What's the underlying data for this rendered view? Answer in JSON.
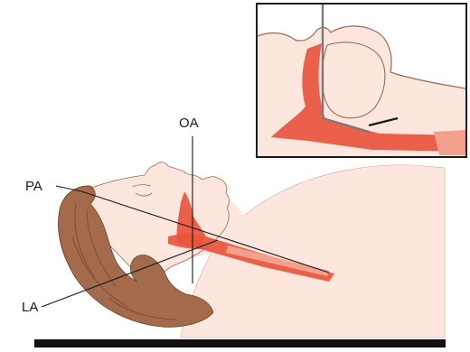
{
  "axes": {
    "oral_axis_label": "OA",
    "pharyngeal_axis_label": "PA",
    "laryngeal_axis_label": "LA"
  },
  "colors": {
    "skin": "#fde6dd",
    "skin_outline": "#9b6a55",
    "hair": "#a36a4c",
    "hair_dark": "#6e3f28",
    "airway": "#e8553d",
    "inset_border": "#1a1a1a",
    "scope_line": "#7a7a7a",
    "table": "#111111"
  }
}
